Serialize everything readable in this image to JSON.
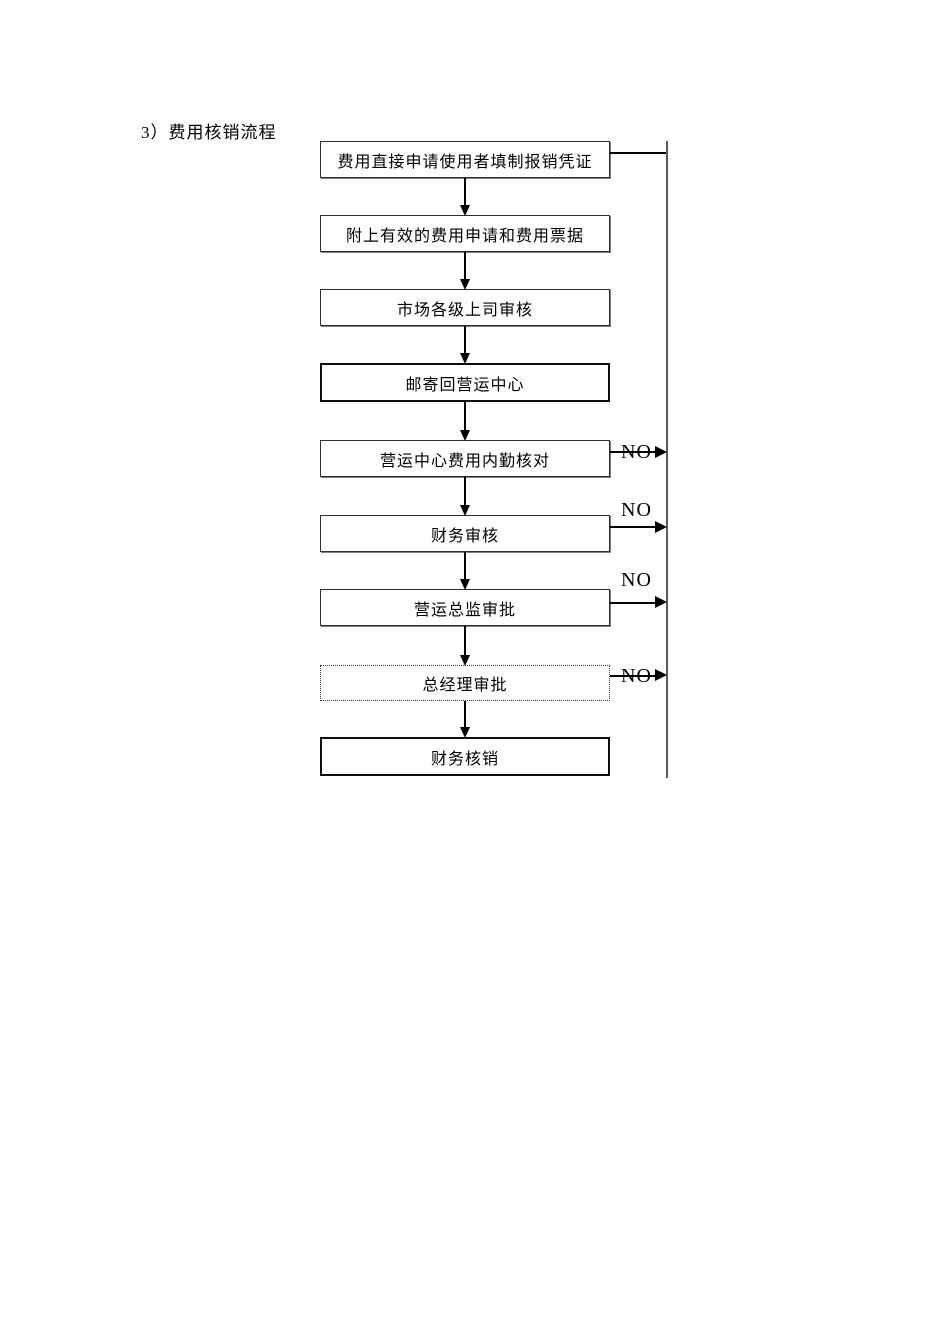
{
  "document": {
    "heading": "3）费用核销流程"
  },
  "flowchart": {
    "branch_label": "NO",
    "nodes": [
      {
        "label": "费用直接申请使用者填制报销凭证"
      },
      {
        "label": "附上有效的费用申请和费用票据"
      },
      {
        "label": "市场各级上司审核"
      },
      {
        "label": "邮寄回营运中心"
      },
      {
        "label": "营运中心费用内勤核对"
      },
      {
        "label": "财务审核"
      },
      {
        "label": "营运总监审批"
      },
      {
        "label": "总经理审批"
      },
      {
        "label": "财务核销"
      }
    ],
    "colors": {
      "line": "#000000",
      "return_line": "#5a5a5a",
      "border": "#2e2e2e"
    }
  }
}
